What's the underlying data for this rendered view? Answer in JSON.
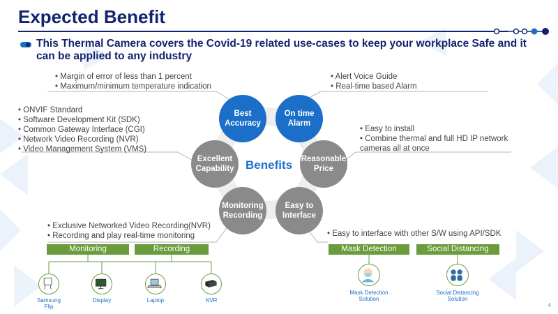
{
  "title": "Expected Benefit",
  "subtitle": "This Thermal Camera covers the Covid-19 related use-cases to keep your workplace Safe and it can be applied to any industry",
  "center_label": "Benefits",
  "benefits": {
    "best_accuracy": "Best Accuracy",
    "on_time_alarm": "On time Alarm",
    "reasonable_price": "Reasonable Price",
    "easy_interface": "Easy to Interface",
    "monitoring_recording": "Monitoring Recording",
    "excellent_capability": "Excellent Capability"
  },
  "notes": {
    "accuracy": [
      "Margin of error of less than 1 percent",
      "Maximum/minimum temperature indication"
    ],
    "alarm": [
      "Alert Voice Guide",
      "Real-time based Alarm"
    ],
    "capability": [
      "ONVIF Standard",
      "Software Development Kit (SDK)",
      "Common Gateway Interface (CGI)",
      "Network Video Recording (NVR)",
      "Video Management System (VMS)"
    ],
    "price": [
      "Easy to install",
      "Combine thermal and full HD IP network cameras all at once"
    ],
    "recording": [
      "Exclusive Networked Video Recording(NVR)",
      "Recording and play real-time monitoring"
    ],
    "interface": [
      "Easy to interface with other S/W using API/SDK"
    ]
  },
  "tags": {
    "monitoring": "Monitoring",
    "recording": "Recording",
    "mask_detection": "Mask Detection",
    "social_distancing": "Social Distancing"
  },
  "devices": {
    "samsung_flip": "Samsung Flip",
    "display": "Display",
    "laptop": "Laptop",
    "nvr": "NVR",
    "mask_solution": "Mask Detection Solution",
    "distancing_solution": "Social Distancing Solution"
  },
  "page_number": "4",
  "colors": {
    "navy": "#12246e",
    "blue": "#1b6fc9",
    "gray": "#8a8a8a",
    "green": "#6a9b3c"
  }
}
